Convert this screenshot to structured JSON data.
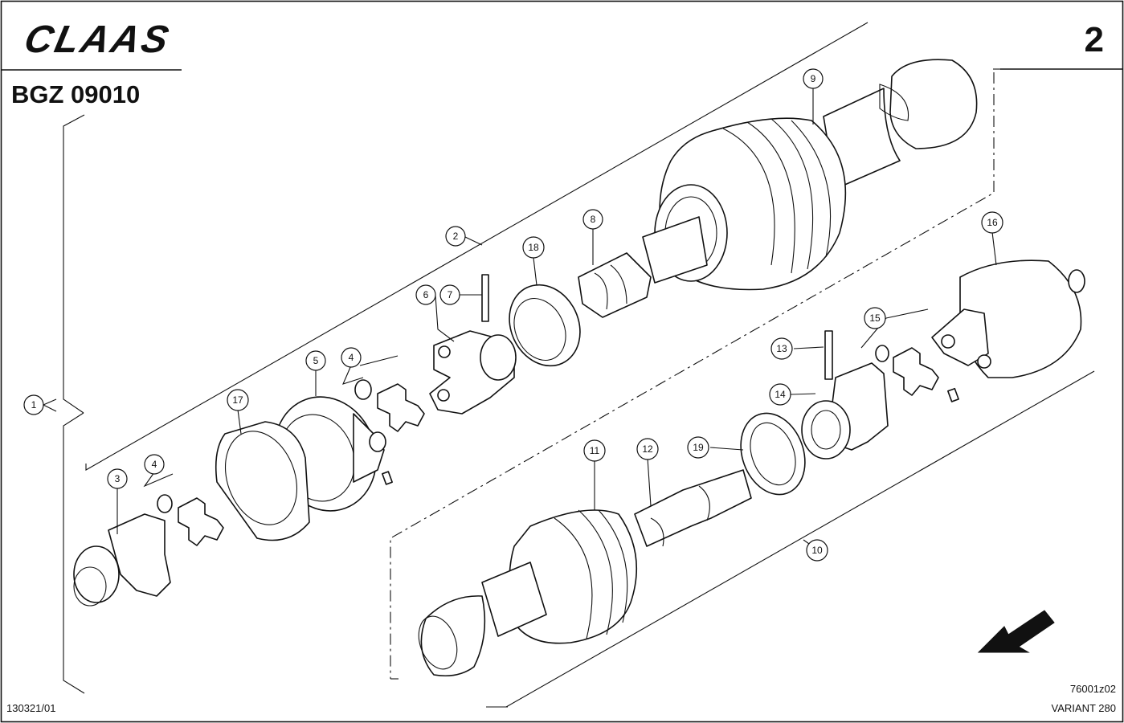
{
  "header": {
    "logo_text": "CLAAS",
    "doc_code": "BGZ 09010",
    "page_number": "2"
  },
  "footer": {
    "left_code": "130321/01",
    "drawing_no": "76001z02",
    "model": "VARIANT 280"
  },
  "callouts": [
    {
      "id": "c1",
      "label": "1"
    },
    {
      "id": "c2",
      "label": "2"
    },
    {
      "id": "c3",
      "label": "3"
    },
    {
      "id": "c4a",
      "label": "4"
    },
    {
      "id": "c4b",
      "label": "4"
    },
    {
      "id": "c5",
      "label": "5"
    },
    {
      "id": "c6",
      "label": "6"
    },
    {
      "id": "c7",
      "label": "7"
    },
    {
      "id": "c8",
      "label": "8"
    },
    {
      "id": "c9",
      "label": "9"
    },
    {
      "id": "c10",
      "label": "10"
    },
    {
      "id": "c11",
      "label": "11"
    },
    {
      "id": "c12",
      "label": "12"
    },
    {
      "id": "c13",
      "label": "13"
    },
    {
      "id": "c14",
      "label": "14"
    },
    {
      "id": "c15",
      "label": "15"
    },
    {
      "id": "c16",
      "label": "16"
    },
    {
      "id": "c17",
      "label": "17"
    },
    {
      "id": "c18",
      "label": "18"
    },
    {
      "id": "c19",
      "label": "19"
    }
  ]
}
